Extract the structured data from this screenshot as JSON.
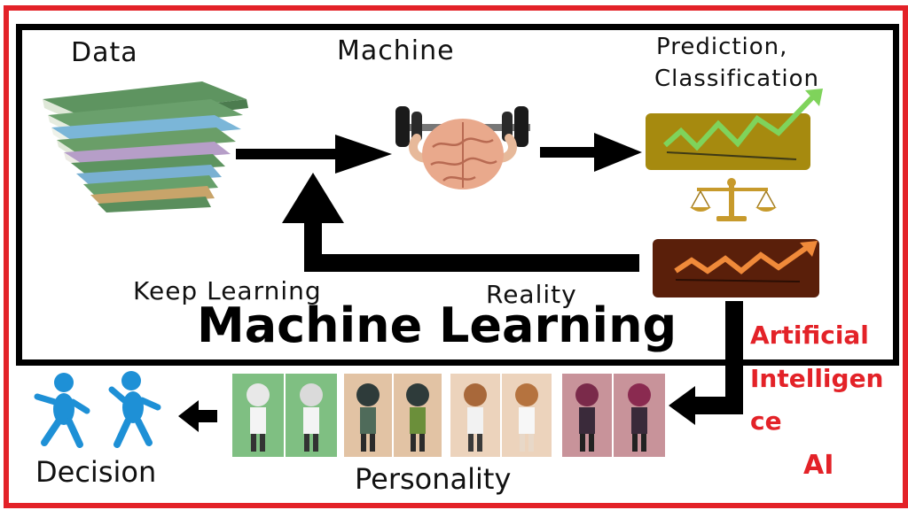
{
  "labels": {
    "data": "Data",
    "machine": "Machine",
    "prediction_line1": "Prediction,",
    "prediction_line2": "Classification",
    "keep_learning": "Keep Learning",
    "reality": "Reality",
    "decision": "Decision",
    "personality": "Personality"
  },
  "titles": {
    "machine_learning": "Machine Learning"
  },
  "ai_box": {
    "line1": "Artificial",
    "line2": "Intelligen",
    "line3": "ce",
    "line4": "AI"
  },
  "colors": {
    "outer_frame": "#e32228",
    "inner_frame": "#000000",
    "ai_text": "#e32228",
    "prediction_panel": "#a68a0f",
    "reality_panel": "#5a1f0a",
    "figure_blue": "#1e90d6"
  },
  "icons": [
    "book-stack-icon",
    "brain-dumbbell-icon",
    "rising-chart-icon",
    "balance-scale-icon",
    "zigzag-chart-icon",
    "running-figure-icon",
    "anime-character-icon"
  ]
}
